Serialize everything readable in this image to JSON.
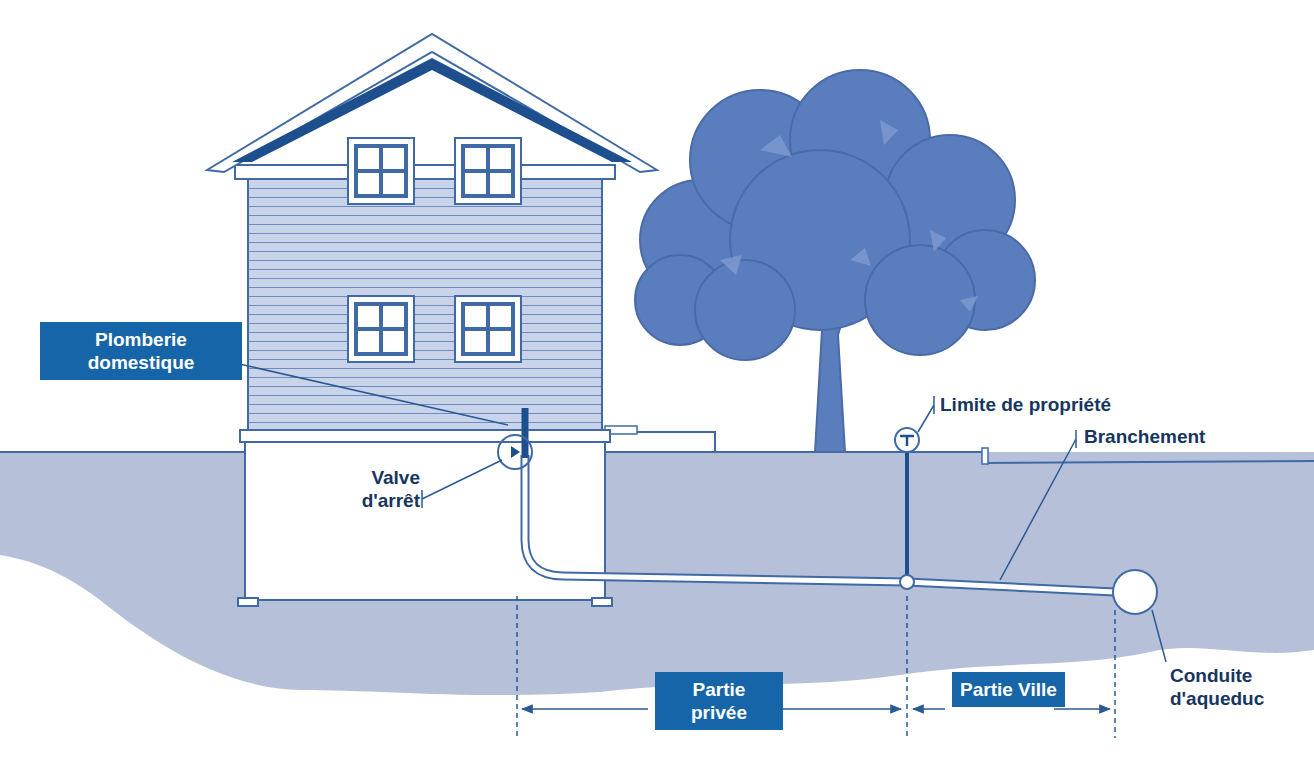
{
  "diagram": {
    "nodes": [
      {
        "text": [
          "Plomberie domestique"
        ]
      },
      {
        "text": [
          "Partie privée"
        ]
      },
      {
        "text": [
          "Partie Ville"
        ]
      }
    ],
    "labels": [
      "Valve d'arrêt",
      "Limite de propriété",
      "Branchement",
      "Conduite d'aqueduc"
    ]
  }
}
